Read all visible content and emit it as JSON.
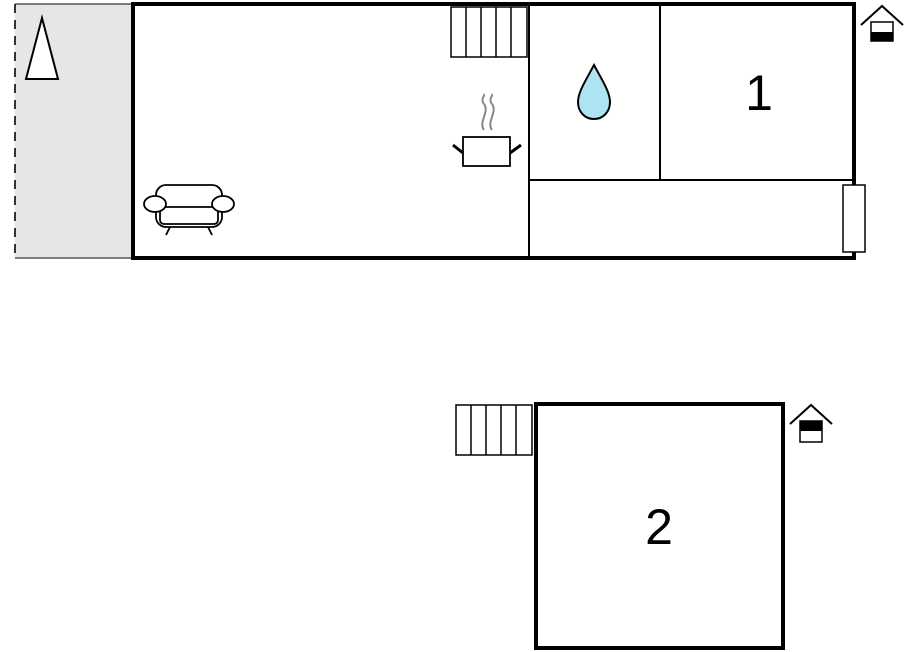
{
  "floors": [
    {
      "rooms": [
        {
          "id": "terrace",
          "type": "terrace",
          "fill": "#e6e6e6"
        },
        {
          "id": "living",
          "type": "living-kitchen",
          "icons": [
            "sofa-icon",
            "cooking-pot-icon",
            "stairs-icon"
          ]
        },
        {
          "id": "bathroom",
          "type": "bathroom",
          "icons": [
            "water-drop-icon"
          ]
        },
        {
          "id": "bedroom-1",
          "type": "bedroom",
          "label": "1"
        },
        {
          "id": "hallway",
          "type": "hallway"
        }
      ],
      "marker": "house-entrance-icon"
    },
    {
      "rooms": [
        {
          "id": "bedroom-2",
          "type": "bedroom",
          "label": "2"
        }
      ],
      "marker": "house-entrance-icon"
    }
  ],
  "colors": {
    "wall": "#000000",
    "terrace": "#e6e6e6",
    "water": "#aee4f2",
    "steam": "#888888"
  }
}
